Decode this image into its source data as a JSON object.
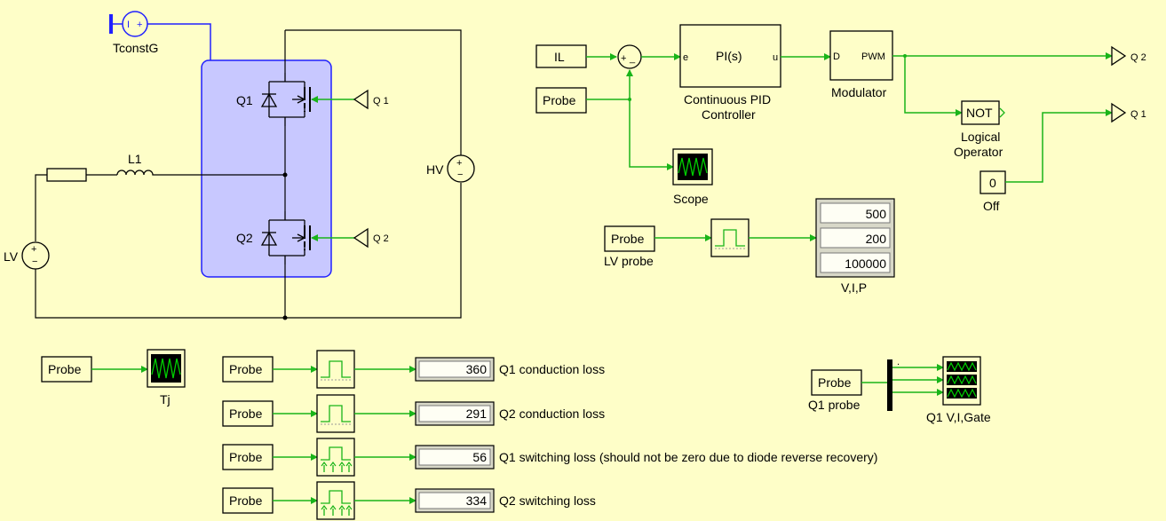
{
  "circuit": {
    "tconst_label": "TconstG",
    "q1_label": "Q1",
    "q2_label": "Q2",
    "l1_label": "L1",
    "lv_label": "LV",
    "hv_label": "HV",
    "q1_gate_tag": "Q 1",
    "q2_gate_tag": "Q 2"
  },
  "control": {
    "il_label": "IL",
    "probe_label": "Probe",
    "pi_label": "PI(s)",
    "pi_port_e": "e",
    "pi_port_u": "u",
    "pid_caption_1": "Continuous PID",
    "pid_caption_2": "Controller",
    "pwm_port_d": "D",
    "pwm_label": "PWM",
    "modulator_caption": "Modulator",
    "q2_out_tag": "Q 2",
    "q1_out_tag": "Q 1",
    "not_label": "NOT",
    "logical_caption_1": "Logical",
    "logical_caption_2": "Operator",
    "const_value": "0",
    "off_caption": "Off",
    "scope_caption": "Scope",
    "sum_sign": "+",
    "sum_minus": "_"
  },
  "lv_probe": {
    "probe_label": "Probe",
    "caption": "LV probe",
    "display_values": [
      "500",
      "200",
      "100000"
    ],
    "display_caption": "V,I,P"
  },
  "tj": {
    "probe_label": "Probe",
    "scope_caption": "Tj"
  },
  "losses": [
    {
      "probe_label": "Probe",
      "value": "360",
      "caption": "Q1 conduction loss",
      "kind": "conduction"
    },
    {
      "probe_label": "Probe",
      "value": "291",
      "caption": "Q2 conduction loss",
      "kind": "conduction"
    },
    {
      "probe_label": "Probe",
      "value": "56",
      "caption": "Q1 switching loss (should not be zero due to diode reverse recovery)",
      "kind": "switching"
    },
    {
      "probe_label": "Probe",
      "value": "334",
      "caption": "Q2 switching loss",
      "kind": "switching"
    }
  ],
  "q1probe": {
    "probe_label": "Probe",
    "caption": "Q1 probe",
    "scope_caption": "Q1 V,I,Gate"
  },
  "colors": {
    "background": "#fefec8",
    "signal": "#19b419",
    "thermal": "#2020ff",
    "module_fill": "#c8c8ff",
    "scope_trace": "#00d000"
  }
}
